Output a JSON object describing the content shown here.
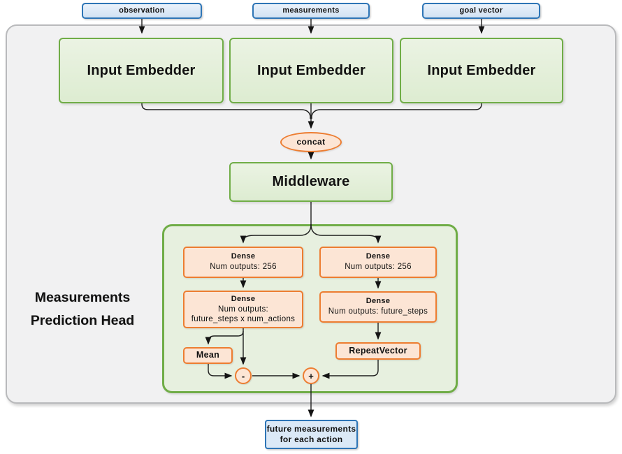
{
  "nodes": {
    "inputs": [
      "observation",
      "measurements",
      "goal vector"
    ],
    "embedders": [
      "Input Embedder",
      "Input Embedder",
      "Input Embedder"
    ],
    "concat": "concat",
    "middleware": "Middleware",
    "head_title": {
      "line1": "Measurements",
      "line2": "Prediction Head"
    },
    "left_branch": {
      "dense1": {
        "title": "Dense",
        "subtitle": "Num outputs: 256"
      },
      "dense2": {
        "title": "Dense",
        "subtitle_line1": "Num outputs:",
        "subtitle_line2": "future_steps x num_actions"
      },
      "mean": "Mean",
      "minus_op": "-"
    },
    "right_branch": {
      "dense1": {
        "title": "Dense",
        "subtitle": "Num outputs: 256"
      },
      "dense2": {
        "title": "Dense",
        "subtitle": "Num outputs: future_steps"
      },
      "repeat_vector": "RepeatVector",
      "plus_op": "+"
    },
    "output": {
      "line1": "future measurements",
      "line2": "for each action"
    }
  },
  "colors": {
    "blue_fill": "#dbe9f7",
    "blue_border": "#2e75b6",
    "green_fill": "#e4efdb",
    "green_border": "#70ad47",
    "orange_fill": "#fce5d5",
    "orange_border": "#ed7d31",
    "panel_fill": "#f1f1f2",
    "panel_border": "#b9babc",
    "wire": "#1f1f1f"
  }
}
